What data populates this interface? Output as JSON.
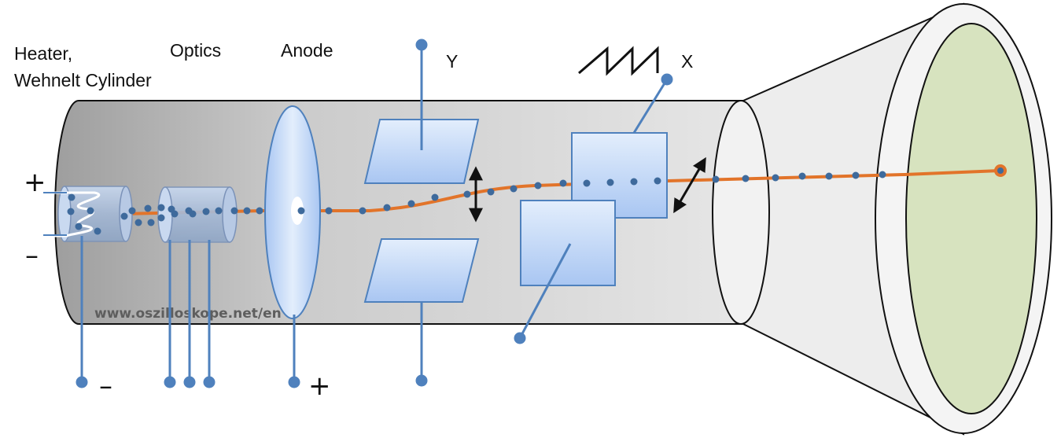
{
  "labels": {
    "heater_line1": "Heater,",
    "heater_line2": "Wehnelt Cylinder",
    "optics": "Optics",
    "anode": "Anode",
    "y": "Y",
    "x": "X",
    "watermark": "www.oszilloskope.net/en"
  },
  "symbols": {
    "heater_plus": "+",
    "heater_minus": "–",
    "cathode_minus": "–",
    "anode_plus": "+"
  },
  "colors": {
    "tube_body": "#d6d6d6",
    "tube_shadow": "#9c9c9c",
    "screen": "#d7e3bf",
    "beam": "#e2742a",
    "electron": "#3e6a9c",
    "wire": "#4f81bd",
    "plate": "#bcd4f7",
    "plate_border": "#4f81bd"
  }
}
